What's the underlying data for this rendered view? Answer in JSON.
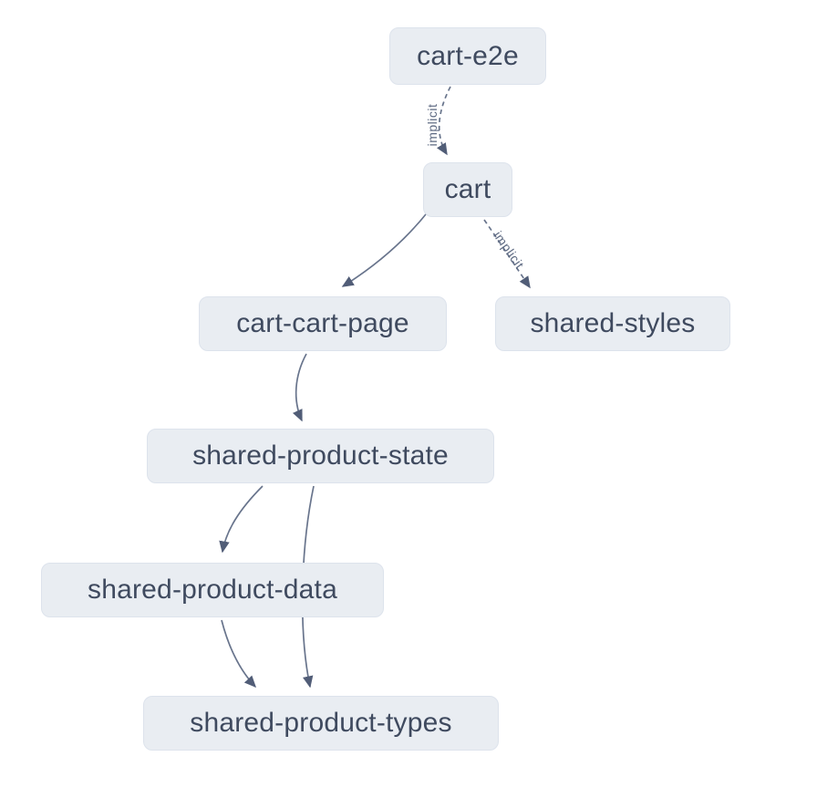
{
  "diagram": {
    "type": "dependency-graph",
    "colors": {
      "background": "#ffffff",
      "node_fill": "#e9edf2",
      "node_border": "#dde3ec",
      "node_text": "#3f4a5f",
      "edge": "#68748c",
      "arrowhead": "#515d77",
      "edge_label": "#5e6a82"
    },
    "nodes": [
      {
        "id": "cart-e2e",
        "label": "cart-e2e"
      },
      {
        "id": "cart",
        "label": "cart"
      },
      {
        "id": "cart-cart-page",
        "label": "cart-cart-page"
      },
      {
        "id": "shared-styles",
        "label": "shared-styles"
      },
      {
        "id": "shared-product-state",
        "label": "shared-product-state"
      },
      {
        "id": "shared-product-data",
        "label": "shared-product-data"
      },
      {
        "id": "shared-product-types",
        "label": "shared-product-types"
      }
    ],
    "edges": [
      {
        "from": "cart-e2e",
        "to": "cart",
        "label": "implicit",
        "style": "dashed"
      },
      {
        "from": "cart",
        "to": "cart-cart-page",
        "label": "",
        "style": "solid"
      },
      {
        "from": "cart",
        "to": "shared-styles",
        "label": "implicit",
        "style": "dashed"
      },
      {
        "from": "cart-cart-page",
        "to": "shared-product-state",
        "label": "",
        "style": "solid"
      },
      {
        "from": "shared-product-state",
        "to": "shared-product-data",
        "label": "",
        "style": "solid"
      },
      {
        "from": "shared-product-state",
        "to": "shared-product-types",
        "label": "",
        "style": "solid"
      },
      {
        "from": "shared-product-data",
        "to": "shared-product-types",
        "label": "",
        "style": "solid"
      }
    ]
  }
}
